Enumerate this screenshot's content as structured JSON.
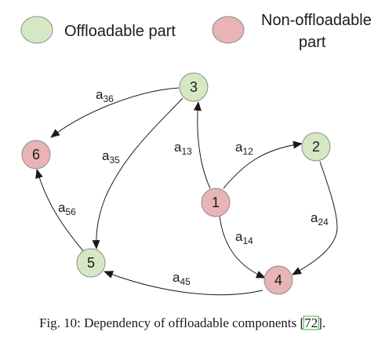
{
  "colors": {
    "offloadable": "#d5e8c4",
    "non_offloadable": "#e8b4b6",
    "stroke": "#8a8a8a",
    "text": "#1a1a1a",
    "ref_box": "#3cb43c"
  },
  "legend": {
    "offloadable_label": "Offloadable part",
    "non_offloadable_line1": "Non-offloadable",
    "non_offloadable_line2": "part"
  },
  "nodes": [
    {
      "id": "1",
      "label": "1",
      "type": "non_offloadable"
    },
    {
      "id": "2",
      "label": "2",
      "type": "offloadable"
    },
    {
      "id": "3",
      "label": "3",
      "type": "offloadable"
    },
    {
      "id": "4",
      "label": "4",
      "type": "non_offloadable"
    },
    {
      "id": "5",
      "label": "5",
      "type": "offloadable"
    },
    {
      "id": "6",
      "label": "6",
      "type": "non_offloadable"
    }
  ],
  "edges": [
    {
      "from": "1",
      "to": "2",
      "label_main": "a",
      "label_sub": "12"
    },
    {
      "from": "1",
      "to": "3",
      "label_main": "a",
      "label_sub": "13"
    },
    {
      "from": "1",
      "to": "4",
      "label_main": "a",
      "label_sub": "14"
    },
    {
      "from": "2",
      "to": "4",
      "label_main": "a",
      "label_sub": "24"
    },
    {
      "from": "3",
      "to": "5",
      "label_main": "a",
      "label_sub": "35"
    },
    {
      "from": "3",
      "to": "6",
      "label_main": "a",
      "label_sub": "36"
    },
    {
      "from": "4",
      "to": "5",
      "label_main": "a",
      "label_sub": "45"
    },
    {
      "from": "5",
      "to": "6",
      "label_main": "a",
      "label_sub": "56"
    }
  ],
  "caption": {
    "text": "Fig. 10: Dependency of offloadable components [",
    "ref": "72",
    "close": "]."
  }
}
